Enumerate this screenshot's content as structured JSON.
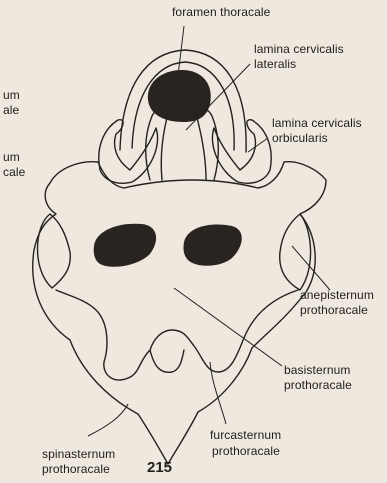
{
  "labels": {
    "foramen_thoracale": "foramen thoracale",
    "lamina_cervicalis_lateralis_1": "lamina cervicalis",
    "lamina_cervicalis_lateralis_2": "lateralis",
    "lamina_cervicalis_orbicularis_1": "lamina cervicalis",
    "lamina_cervicalis_orbicularis_2": "orbicularis",
    "left_top_1": "um",
    "left_top_2": "ale",
    "left_bottom_1": "um",
    "left_bottom_2": "cale",
    "anepisternum_1": "anepisternum",
    "anepisternum_2": "prothoracale",
    "basisternum_1": "basisternum",
    "basisternum_2": "prothoracale",
    "furcasternum_1": "furcasternum",
    "furcasternum_2": "prothoracale",
    "spinasternum_1": "spinasternum",
    "spinasternum_2": "prothoracale"
  },
  "page_number": "215"
}
